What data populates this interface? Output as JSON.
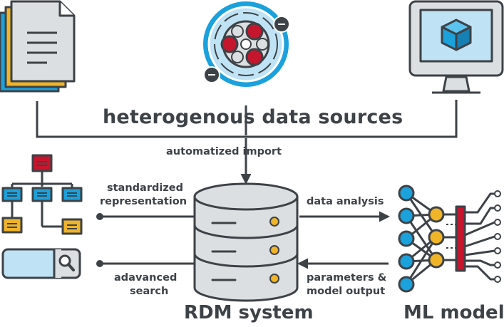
{
  "labels": {
    "heading": "heterogenous data sources",
    "import": "automatized import",
    "standardized": "standardized",
    "representation": "representation",
    "advanced_line1": "adavanced",
    "advanced_line2": "search",
    "data_analysis": "data analysis",
    "params_line1": "parameters &",
    "params_line2": "model output",
    "rdm": "RDM system",
    "ml": "ML model"
  },
  "icons": {
    "documents": "document-stack-icon",
    "molecule": "molecule-icon",
    "monitor": "monitor-cube-icon",
    "hierarchy": "hierarchy-tree-icon",
    "search": "search-bar-icon",
    "database": "database-icon",
    "network": "neural-network-icon"
  },
  "colors": {
    "outline": "#3d4247",
    "blue": "#1ba1dc",
    "light_blue": "#bfe3f5",
    "red": "#c5162d",
    "yellow": "#f0b428",
    "gray": "#dcdfe2"
  }
}
